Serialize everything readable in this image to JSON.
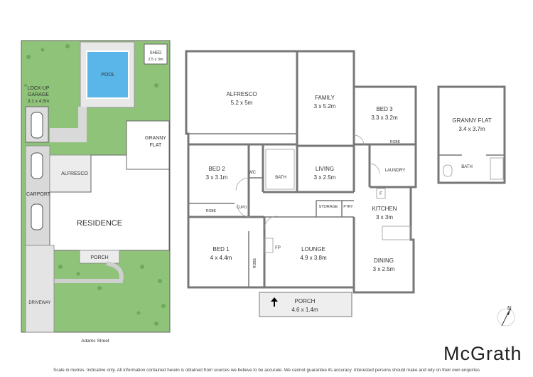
{
  "site": {
    "shed": "SHED",
    "shed_dim": "2.5 x 3m",
    "pool": "POOL",
    "garage_line1": "LOCK-UP",
    "garage_line2": "GARAGE",
    "garage_dim": "3.1 x 4.5m",
    "granny_line1": "GRANNY",
    "granny_line2": "FLAT",
    "alfresco": "ALFRESCO",
    "carport": "CARPORT",
    "residence": "RESIDENCE",
    "porch": "PORCH",
    "driveway": "DRIVEWAY",
    "street": "Adams Street"
  },
  "rooms": {
    "alfresco": {
      "name": "ALFRESCO",
      "dim": "5.2 x 5m"
    },
    "family": {
      "name": "FAMILY",
      "dim": "3 x 5.2m"
    },
    "bed3": {
      "name": "BED 3",
      "dim": "3.3 x 3.2m"
    },
    "bed2": {
      "name": "BED 2",
      "dim": "3 x 3.1m"
    },
    "living": {
      "name": "LIVING",
      "dim": "3 x 2.5m"
    },
    "kitchen": {
      "name": "KITCHEN",
      "dim": "3 x 3m"
    },
    "bed1": {
      "name": "BED 1",
      "dim": "4 x 4.4m"
    },
    "lounge": {
      "name": "LOUNGE",
      "dim": "4.9 x 3.8m"
    },
    "dining": {
      "name": "DINING",
      "dim": "3 x 2.5m"
    },
    "porch": {
      "name": "PORCH",
      "dim": "4.6 x 1.4m"
    },
    "granny": {
      "name": "GRANNY FLAT",
      "dim": "3.4 x 3.7m"
    }
  },
  "small_labels": {
    "wc": "WC",
    "bath": "BATH",
    "laundry": "LAUNDRY",
    "robe": "ROBE",
    "cupd": "CUPD",
    "storage": "STORAGE",
    "ptry": "PTRY",
    "fp": "FP",
    "f": "F",
    "granny_bath": "BATH"
  },
  "compass": {
    "letter": "N"
  },
  "brand": {
    "name": "McGrath"
  },
  "footer": {
    "disclaimer": "Scale in metres. Indicative only. All information contained herein is obtained from sources we believe to be accurate. We cannot guarantee its accuracy. Interested persons should make and rely on their own enquiries"
  },
  "colors": {
    "grass": "#8fc37a",
    "grass_light": "#b5d9a3",
    "pool_water": "#5ab6e8",
    "walls": "#777777",
    "residence": "#ffffff"
  }
}
